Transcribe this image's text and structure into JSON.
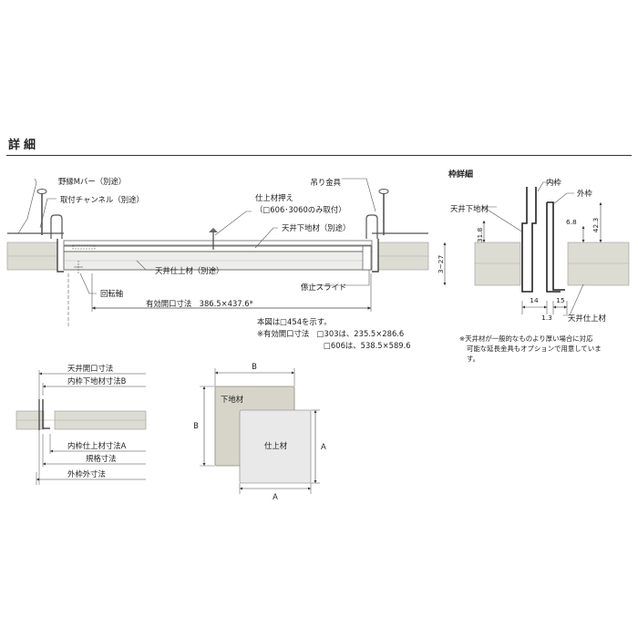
{
  "title": "詳細",
  "main": {
    "labels": {
      "m_bar": "野縁Mバー（別途）",
      "channel": "取付チャンネル（別途）",
      "hanger": "吊り金具",
      "presser": "仕上材押え",
      "presser_note": "（□606･3060のみ取付）",
      "base_material": "天井下地材（別途）",
      "finish_material": "天井仕上材（別途）",
      "pivot": "回転軸",
      "slide": "係止スライド",
      "opening": "有効開口寸法　386.5×437.6*"
    },
    "notes": {
      "shown": "本図は□454を示す。",
      "opening_303": "※有効開口寸法　□303は、235.5×286.6",
      "opening_606": "□606は、538.5×589.6"
    }
  },
  "frame": {
    "title": "枠詳細",
    "labels": {
      "base": "天井下地材",
      "inner": "内枠",
      "outer": "外枠",
      "finish": "天井仕上材"
    },
    "dims": {
      "d31_8": "31.8",
      "d3_27": "3~27",
      "d6_8": "6.8",
      "d42_3": "42.3",
      "d14": "14",
      "d15": "15",
      "d1_3": "1.3"
    },
    "notes": [
      "※天井材が一般的なものより厚い場合に対応",
      "可能な延長金具もオプションで用意していま",
      "す。"
    ]
  },
  "size": {
    "labels": [
      "天井開口寸法",
      "内枠下地材寸法B",
      "内枠仕上材寸法A",
      "規格寸法",
      "外枠外寸法"
    ]
  },
  "panel": {
    "b_top": "B",
    "b_left": "B",
    "a_bottom": "A",
    "a_right": "A",
    "base_label": "下地材",
    "finish_label": "仕上材"
  }
}
